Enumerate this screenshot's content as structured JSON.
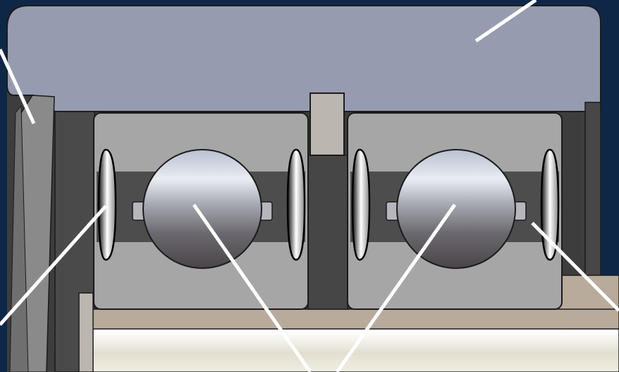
{
  "diagram": {
    "subject": "bearing-assembly-cross-section",
    "colors": {
      "background": "#0f2747",
      "housing": "#969bb0",
      "housing_outline": "#1b1b1b",
      "bore": "#4a4a4a",
      "outer_ring": "#a6a6a6",
      "raceway": "#4d4d4d",
      "ball_light": "#e9edf3",
      "ball_dark": "#4a4446",
      "spacer": "#bcb6b0",
      "shaft": "#ece9dc",
      "shaft_shoulder": "#b9ab9b",
      "retaining_ring": "#8a8a8a",
      "leader_line": "#ffffff"
    },
    "bearing_count": 2,
    "parts": [
      "housing",
      "retaining-ring",
      "outer-ring",
      "ball",
      "seal",
      "spacer",
      "inner-ring",
      "shaft"
    ],
    "labels": []
  }
}
